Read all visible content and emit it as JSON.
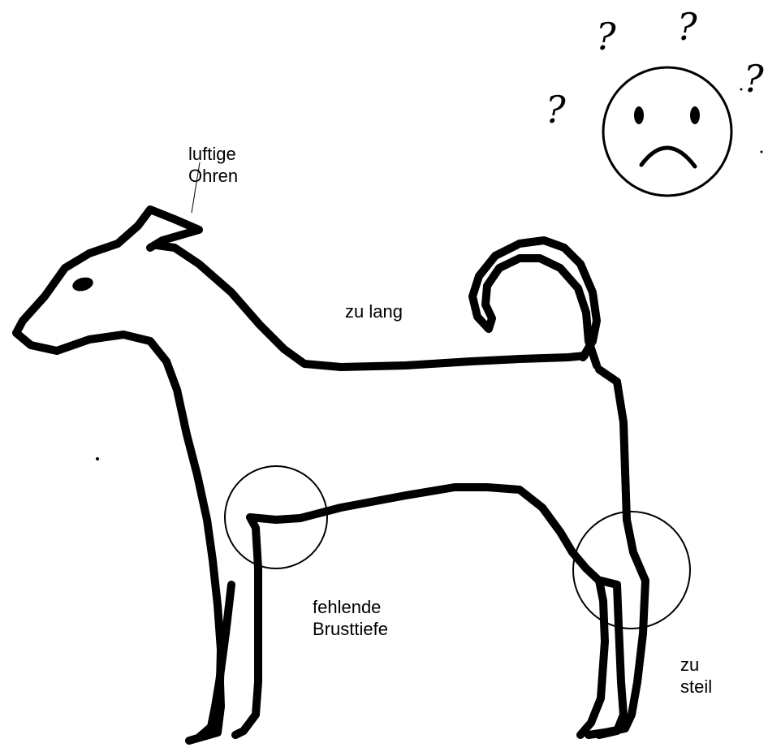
{
  "labels": {
    "ears_line1": "luftige",
    "ears_line2": "Ohren",
    "back": "zu lang",
    "chest_line1": "fehlende",
    "chest_line2": "Brusttiefe",
    "hind_line1": "zu",
    "hind_line2": "steil"
  },
  "question_marks": [
    "?",
    "?",
    "?",
    "?"
  ],
  "colors": {
    "ink": "#000000",
    "paper": "#ffffff"
  }
}
